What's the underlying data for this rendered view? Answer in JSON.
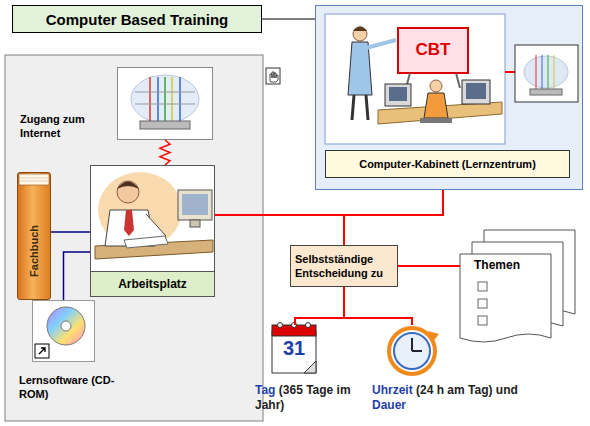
{
  "diagram": {
    "nodes": [
      {
        "text": [
          "Computer Based Training"
        ]
      },
      {
        "text": [
          "Computer-Kabinett (Lernzentrum)"
        ]
      },
      {
        "text": [
          "Zugang zum Internet"
        ]
      },
      {
        "text": [
          "Fachbuch"
        ]
      },
      {
        "text": [
          "Arbeitsplatz"
        ]
      },
      {
        "text": [
          "Lernsoftware (CD-ROM)"
        ]
      },
      {
        "text": [
          "Selbstständige Entscheidung zu"
        ]
      },
      {
        "text": [
          "Themen"
        ]
      },
      {
        "text": [
          "31",
          "Tag",
          "(365 Tage im Jahr)"
        ]
      },
      {
        "text": [
          "Uhrzeit",
          "(24 h am Tag) und",
          "Dauer"
        ]
      }
    ],
    "edges": [
      {
        "from": 0,
        "to": 1,
        "arrow": "none"
      },
      {
        "from": 2,
        "to": 4,
        "arrow": "none"
      },
      {
        "from": 3,
        "to": 4,
        "arrow": "none"
      },
      {
        "from": 5,
        "to": 4,
        "arrow": "none"
      },
      {
        "from": 4,
        "to": 6,
        "arrow": "none"
      },
      {
        "from": 1,
        "to": 6,
        "arrow": "none"
      },
      {
        "from": 6,
        "to": 7,
        "arrow": "none"
      },
      {
        "from": 6,
        "to": 8,
        "arrow": "none"
      },
      {
        "from": 6,
        "to": 9,
        "arrow": "none"
      }
    ],
    "labels": [
      "CBT"
    ]
  }
}
